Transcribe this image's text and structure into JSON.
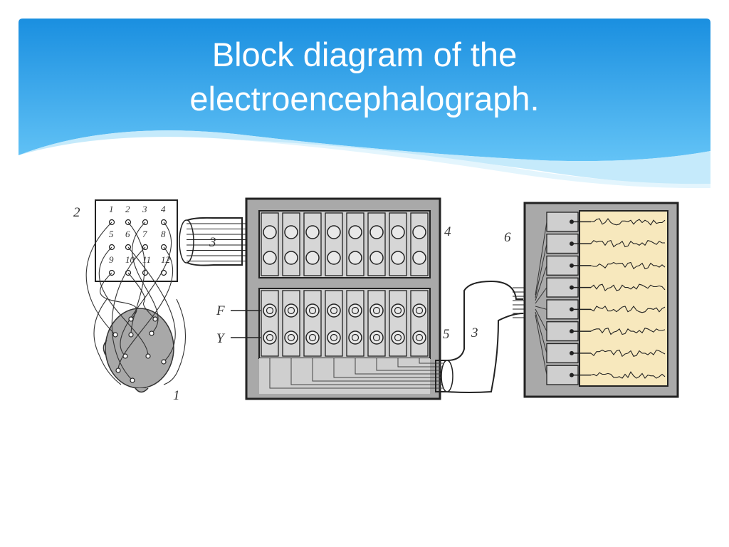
{
  "slide": {
    "title_line1": "Block diagram of the",
    "title_line2": "electroencephalograph."
  },
  "colors": {
    "banner_top": "#1a8fe0",
    "banner_bottom": "#5fc0f5",
    "wave": "#cfeefd",
    "device_frame": "#a9a9a9",
    "panel_fill": "#cfcfcf",
    "paper": "#f7e8bd",
    "line": "#222222"
  },
  "diagram": {
    "labels": {
      "head": "1",
      "electrode_box": "2",
      "cable_left": "3",
      "cable_right": "3",
      "amplifier": "4",
      "filters": "5",
      "recorder": "6",
      "input_f": "F",
      "input_y": "Y"
    },
    "electrode_numbers": [
      "1",
      "2",
      "3",
      "4",
      "5",
      "6",
      "7",
      "8",
      "9",
      "10",
      "11",
      "12"
    ],
    "amplifier_channels": 8,
    "recorder_channels": 8
  }
}
